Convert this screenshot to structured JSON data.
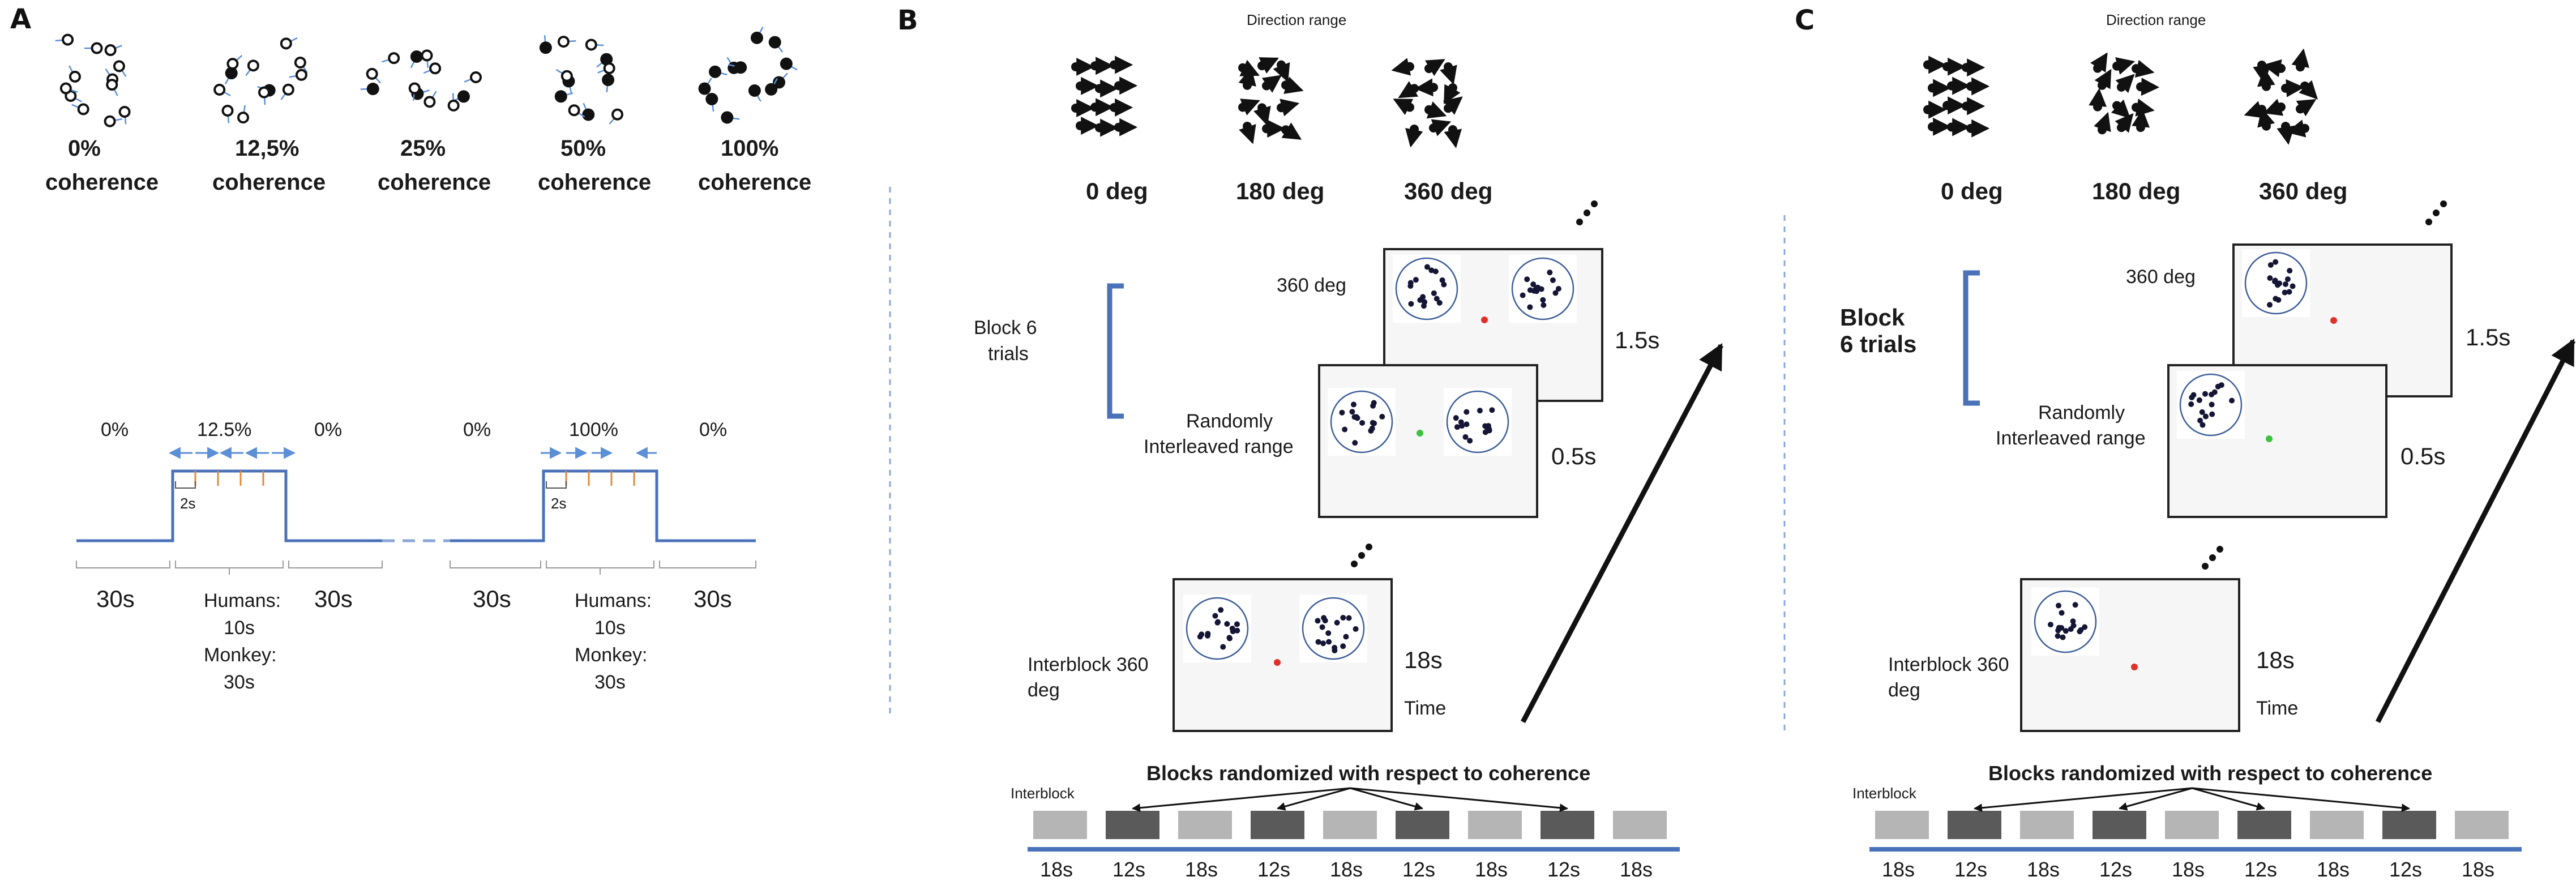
{
  "panels": {
    "a": {
      "label": "A",
      "coherence": [
        {
          "value": "0%",
          "word": "coherence",
          "filled": 0
        },
        {
          "value": "12,5%",
          "word": "coherence",
          "filled": 2
        },
        {
          "value": "25%",
          "word": "coherence",
          "filled": 4
        },
        {
          "value": "50%",
          "word": "coherence",
          "filled": 6
        },
        {
          "value": "100%",
          "word": "coherence",
          "filled": 12
        }
      ],
      "timeline": {
        "block1": {
          "pre": "0%",
          "mid": "12.5%",
          "post": "0%",
          "step": "2s"
        },
        "block2": {
          "pre": "0%",
          "mid": "100%",
          "post": "0%",
          "step": "2s"
        },
        "durations": {
          "off": "30s",
          "humans": "Humans:",
          "humans_val": "10s",
          "monkey": "Monkey:",
          "monkey_val": "30s"
        }
      }
    },
    "b": {
      "label": "B",
      "direction_range": "Direction range",
      "ranges": [
        "0 deg",
        "180 deg",
        "360 deg"
      ],
      "block": {
        "line1": "Block 6",
        "line2": "trials"
      },
      "screens": {
        "top_label": "360 deg",
        "top_time": "1.5s",
        "mid_label1": "Randomly",
        "mid_label2": "Interleaved range",
        "mid_time": "0.5s",
        "bottom_label1": "Interblock 360",
        "bottom_label2": "deg",
        "bottom_time": "18s",
        "time_word": "Time"
      },
      "bar": {
        "interblock": "Interblock",
        "title": "Blocks randomized with respect to coherence",
        "times": [
          "18s",
          "12s",
          "18s",
          "12s",
          "18s",
          "12s",
          "18s",
          "12s",
          "18s"
        ]
      }
    },
    "c": {
      "label": "C",
      "direction_range": "Direction range",
      "ranges": [
        "0 deg",
        "180 deg",
        "360 deg"
      ],
      "block": {
        "line1": "Block",
        "line2": "6 trials"
      },
      "screens": {
        "top_label": "360 deg",
        "top_time": "1.5s",
        "mid_label1": "Randomly",
        "mid_label2": "Interleaved range",
        "mid_time": "0.5s",
        "bottom_label1": "Interblock 360",
        "bottom_label2": "deg",
        "bottom_time": "18s",
        "time_word": "Time"
      },
      "bar": {
        "interblock": "Interblock",
        "title": "Blocks randomized with respect to coherence",
        "times": [
          "18s",
          "12s",
          "18s",
          "12s",
          "18s",
          "12s",
          "18s",
          "12s",
          "18s"
        ]
      }
    }
  },
  "colors": {
    "arrow_blue": "#5b8fd6",
    "line_blue": "#4a72b8",
    "bar_dark": "#5a5a5a",
    "bar_light": "#b5b5b5",
    "fix_red": "#e0302a",
    "fix_green": "#3cc23c"
  }
}
